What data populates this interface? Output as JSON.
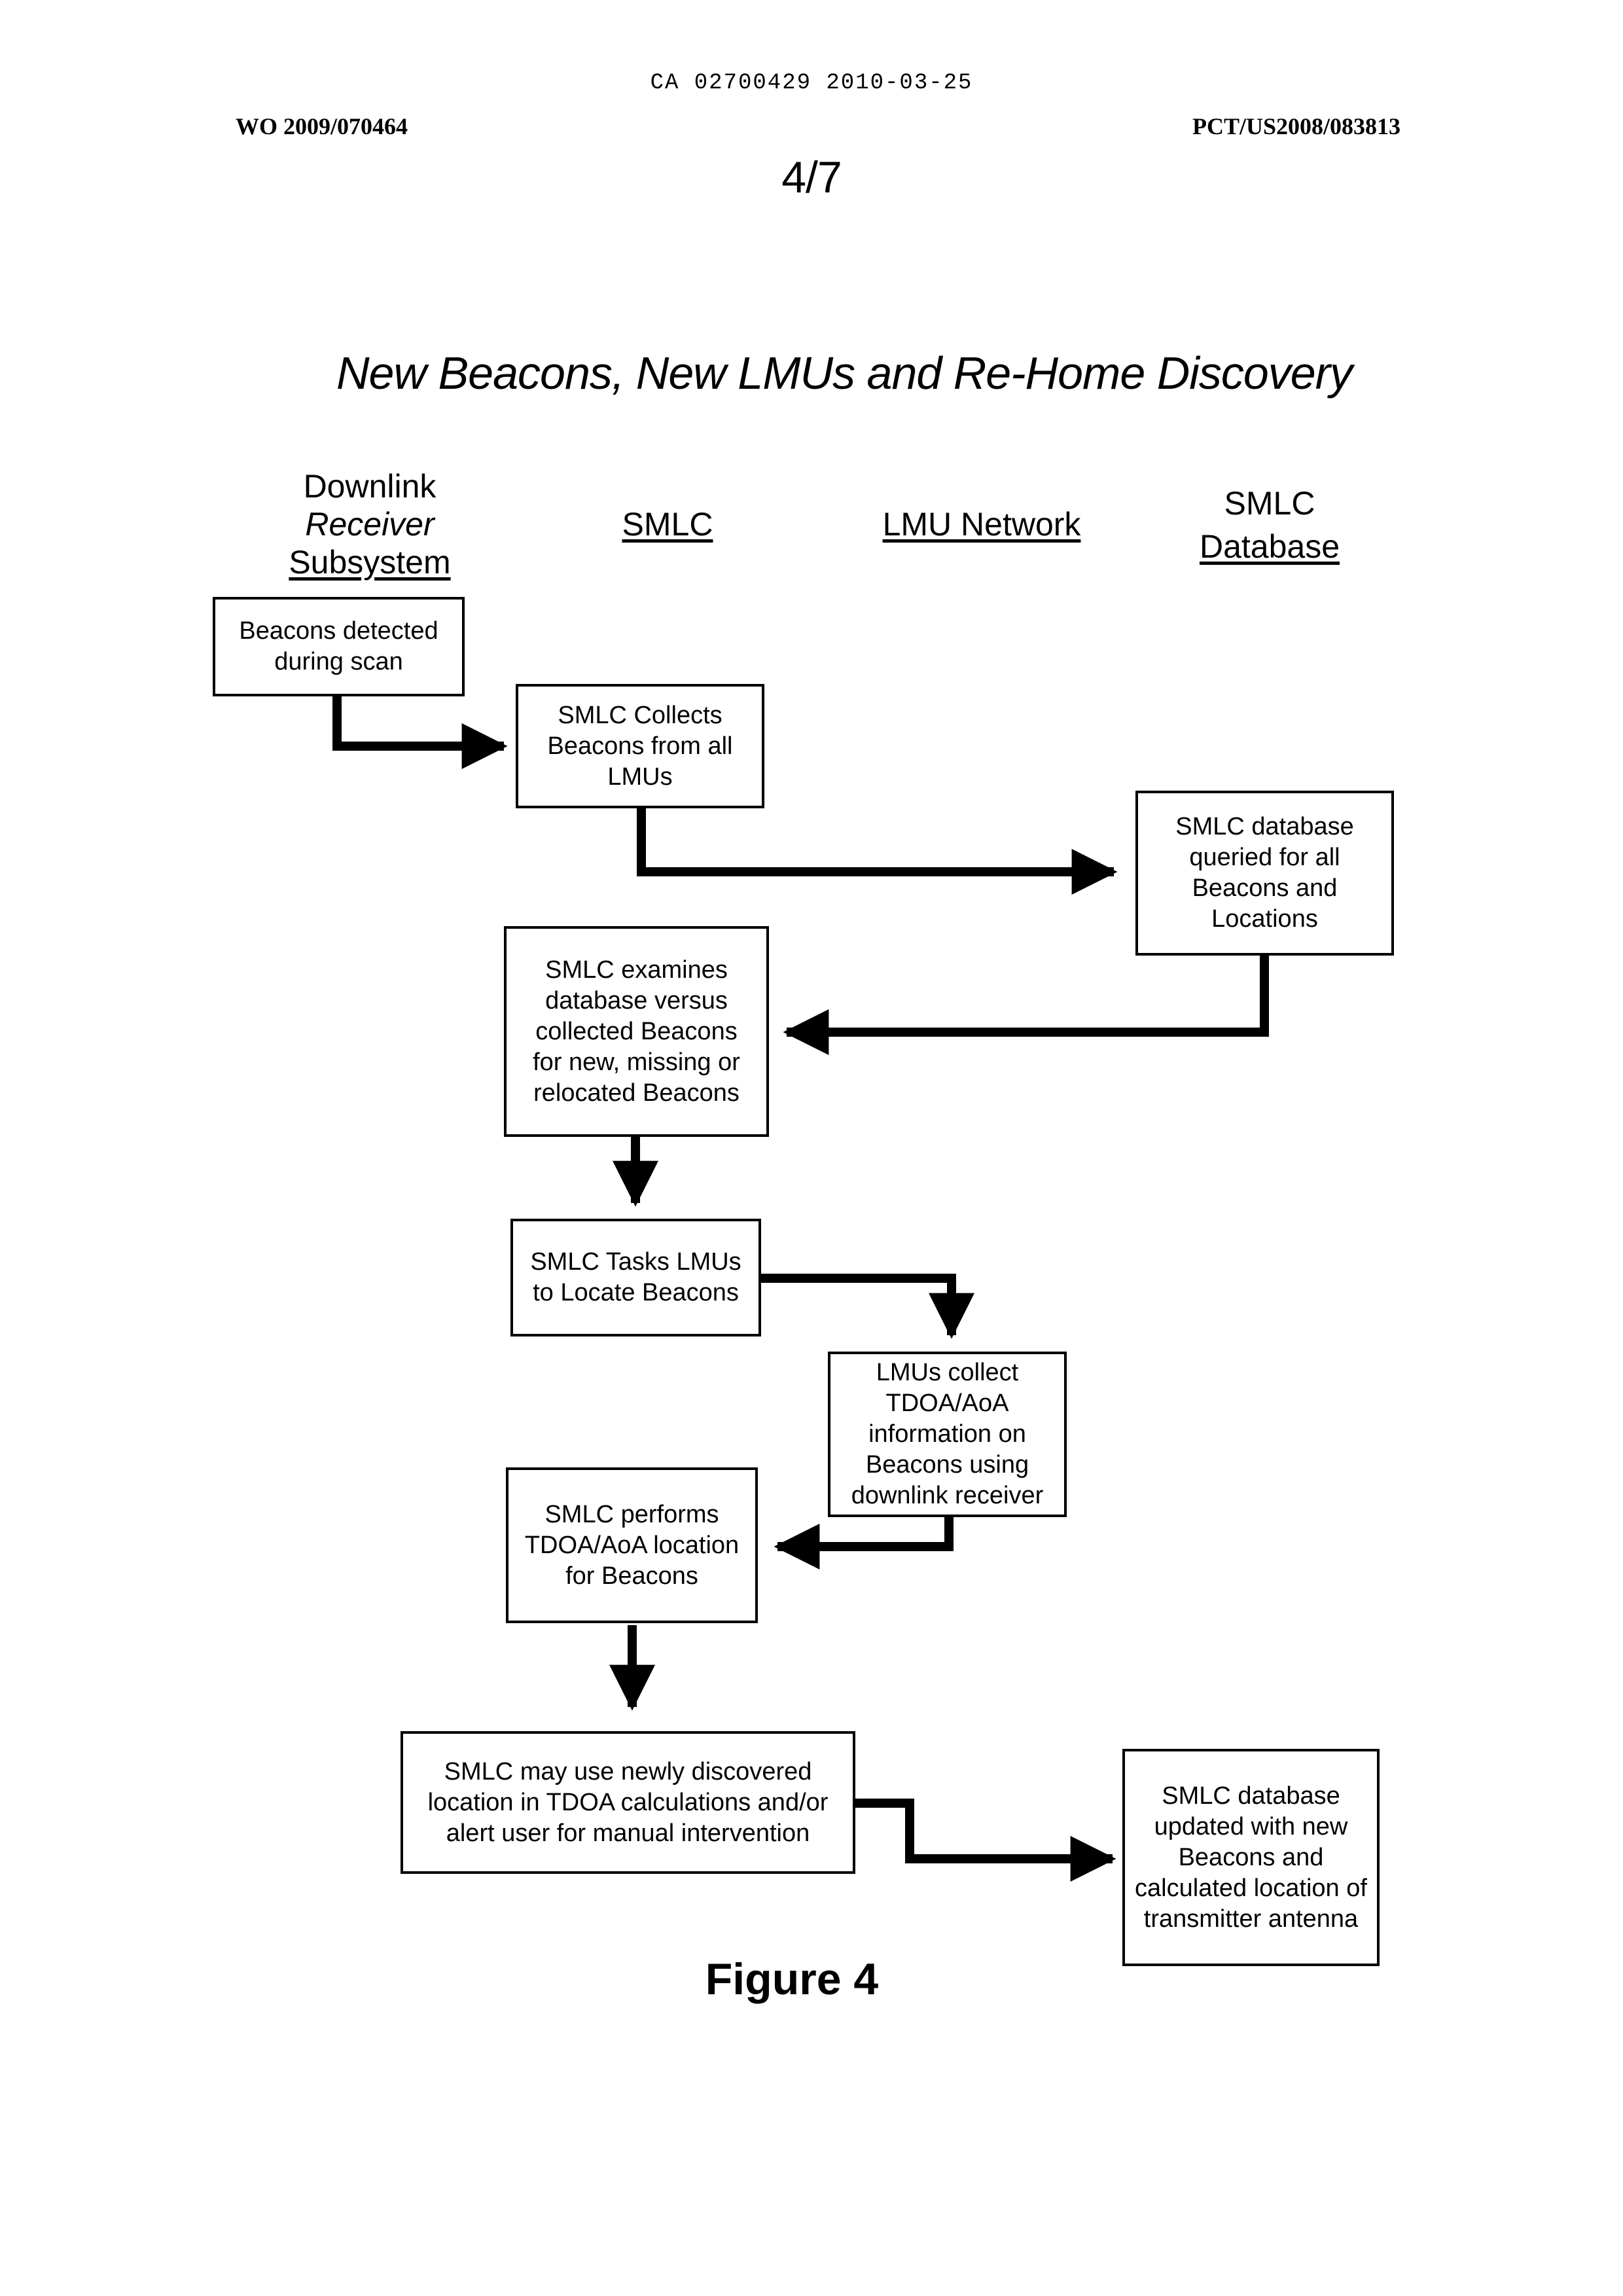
{
  "header": {
    "app_number": "CA 02700429 2010-03-25",
    "pub_number": "WO 2009/070464",
    "pct_number": "PCT/US2008/083813",
    "sheet": "4/7"
  },
  "diagram": {
    "title": "New Beacons, New LMUs and Re-Home Discovery",
    "columns": {
      "downlink_1": "Downlink",
      "downlink_2": "Receiver",
      "downlink_3": "Subsystem",
      "smlc": "SMLC",
      "lmu_network": "LMU Network",
      "database_1": "SMLC",
      "database_2": "Database"
    },
    "nodes": {
      "beacons_detected": [
        "Beacons detected",
        "during scan"
      ],
      "smlc_collects": [
        "SMLC Collects",
        "Beacons from all",
        "LMUs"
      ],
      "db_queried": [
        "SMLC database",
        "queried for all",
        "Beacons and",
        "Locations"
      ],
      "smlc_examines": [
        "SMLC examines",
        "database versus",
        "collected Beacons",
        "for new, missing or",
        "relocated Beacons"
      ],
      "smlc_tasks": [
        "SMLC Tasks LMUs",
        "to Locate Beacons"
      ],
      "lmus_collect": [
        "LMUs collect",
        "TDOA/AoA",
        "information on",
        "Beacons using",
        "downlink receiver"
      ],
      "smlc_performs": [
        "SMLC performs",
        "TDOA/AoA location",
        "for Beacons"
      ],
      "smlc_may_use": [
        "SMLC may use newly discovered",
        "location in TDOA calculations  and/or",
        "alert user for manual intervention"
      ],
      "db_updated": [
        "SMLC database",
        "updated with new",
        "Beacons and",
        "calculated location of",
        "transmitter antenna"
      ]
    }
  },
  "figure_label": "Figure 4"
}
